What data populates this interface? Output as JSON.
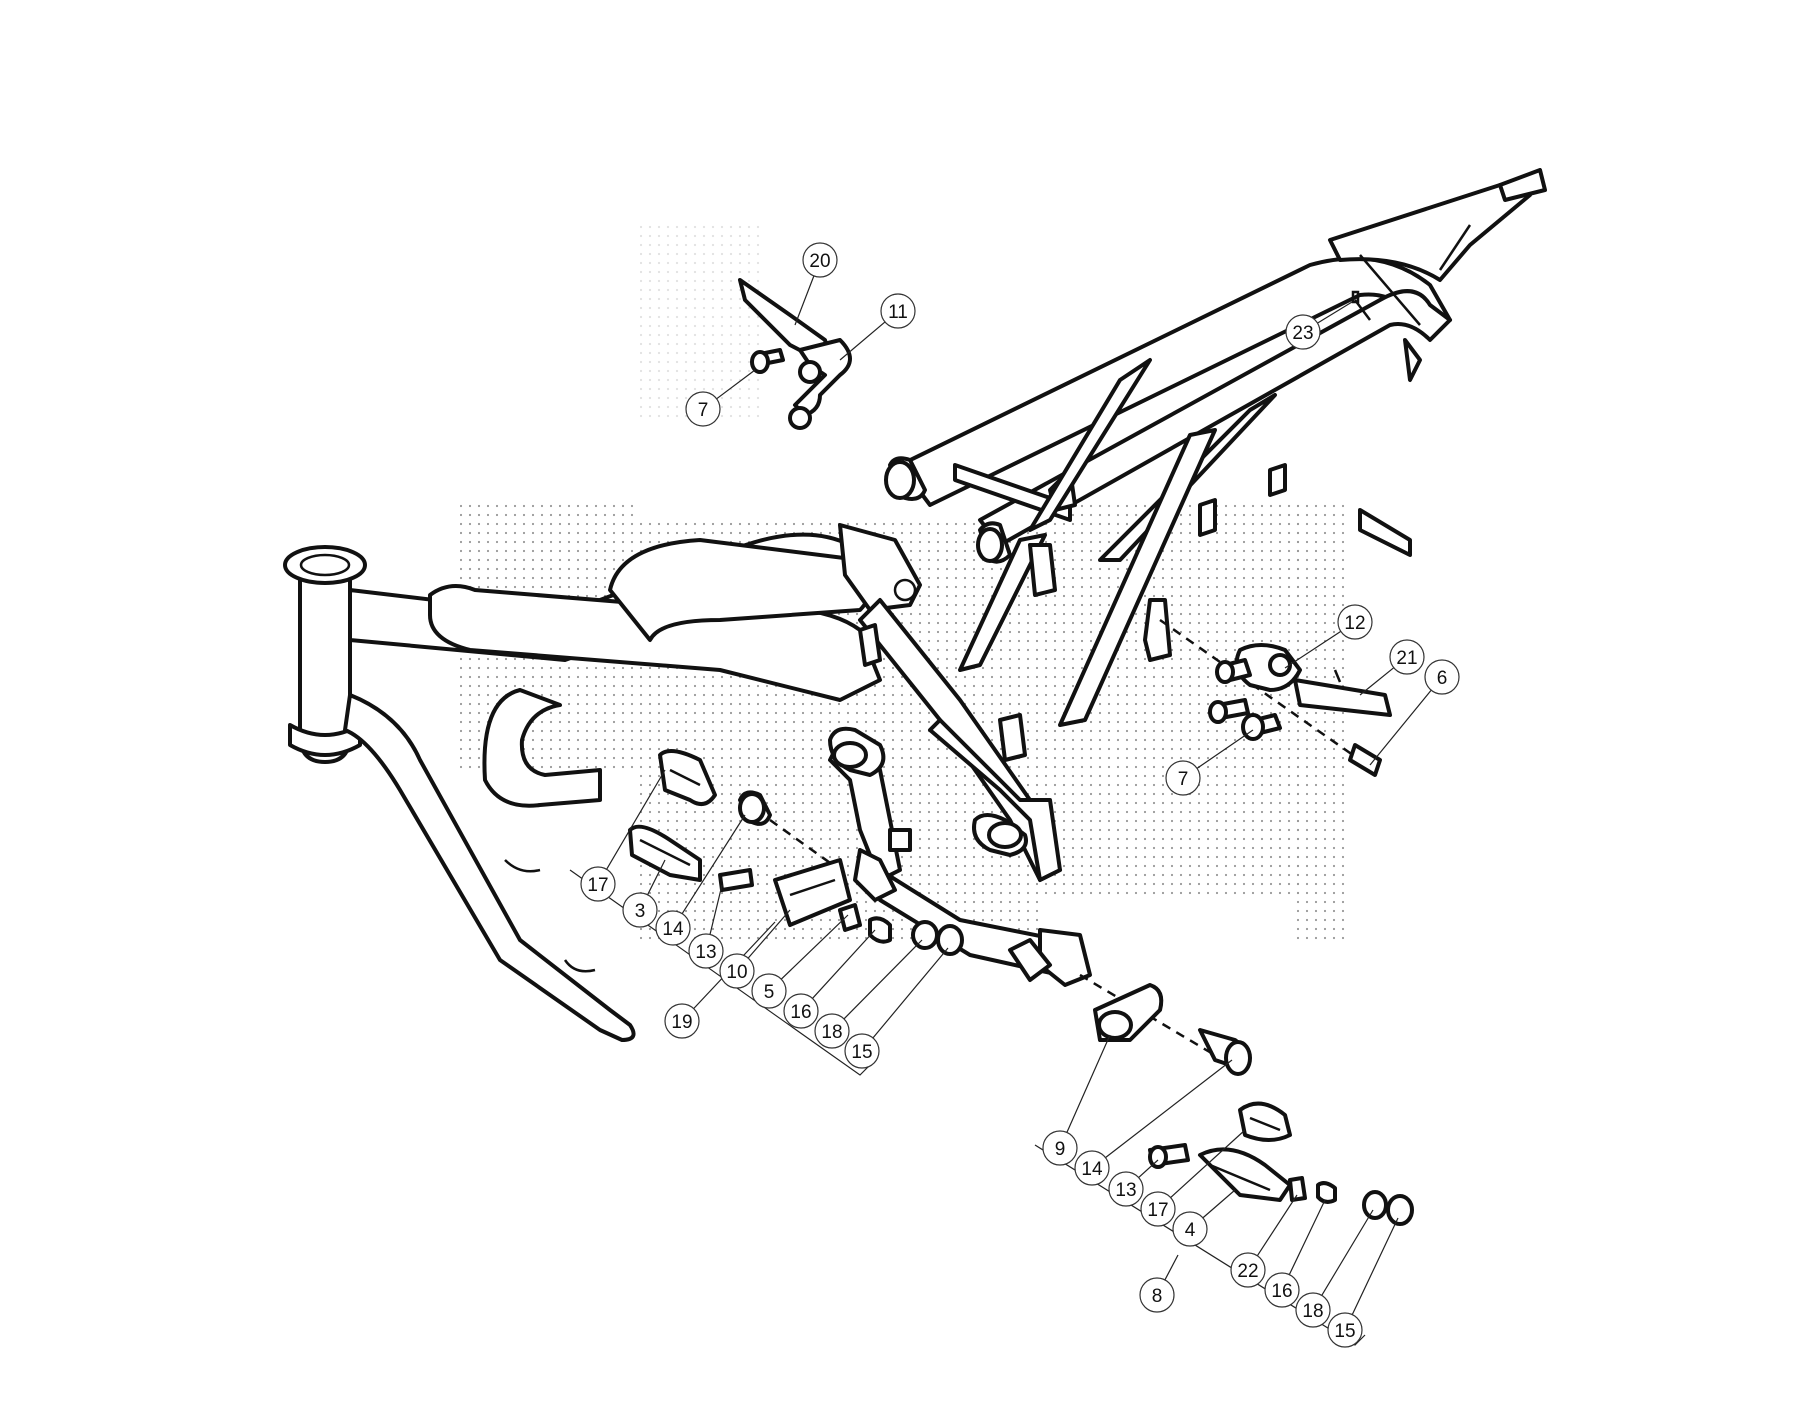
{
  "diagram": {
    "callouts": [
      {
        "id": "c20a",
        "label": "20"
      },
      {
        "id": "c11a",
        "label": "11"
      },
      {
        "id": "c7a",
        "label": "7"
      },
      {
        "id": "c23",
        "label": "23"
      },
      {
        "id": "c12",
        "label": "12"
      },
      {
        "id": "c21",
        "label": "21"
      },
      {
        "id": "c6",
        "label": "6"
      },
      {
        "id": "c7b",
        "label": "7"
      },
      {
        "id": "c17a",
        "label": "17"
      },
      {
        "id": "c3",
        "label": "3"
      },
      {
        "id": "c14a",
        "label": "14"
      },
      {
        "id": "c13a",
        "label": "13"
      },
      {
        "id": "c10",
        "label": "10"
      },
      {
        "id": "c5",
        "label": "5"
      },
      {
        "id": "c19",
        "label": "19"
      },
      {
        "id": "c16a",
        "label": "16"
      },
      {
        "id": "c18a",
        "label": "18"
      },
      {
        "id": "c15a",
        "label": "15"
      },
      {
        "id": "c9",
        "label": "9"
      },
      {
        "id": "c14b",
        "label": "14"
      },
      {
        "id": "c13b",
        "label": "13"
      },
      {
        "id": "c17b",
        "label": "17"
      },
      {
        "id": "c4",
        "label": "4"
      },
      {
        "id": "c22",
        "label": "22"
      },
      {
        "id": "c16b",
        "label": "16"
      },
      {
        "id": "c18b",
        "label": "18"
      },
      {
        "id": "c15b",
        "label": "15"
      },
      {
        "id": "c8",
        "label": "8"
      }
    ]
  }
}
